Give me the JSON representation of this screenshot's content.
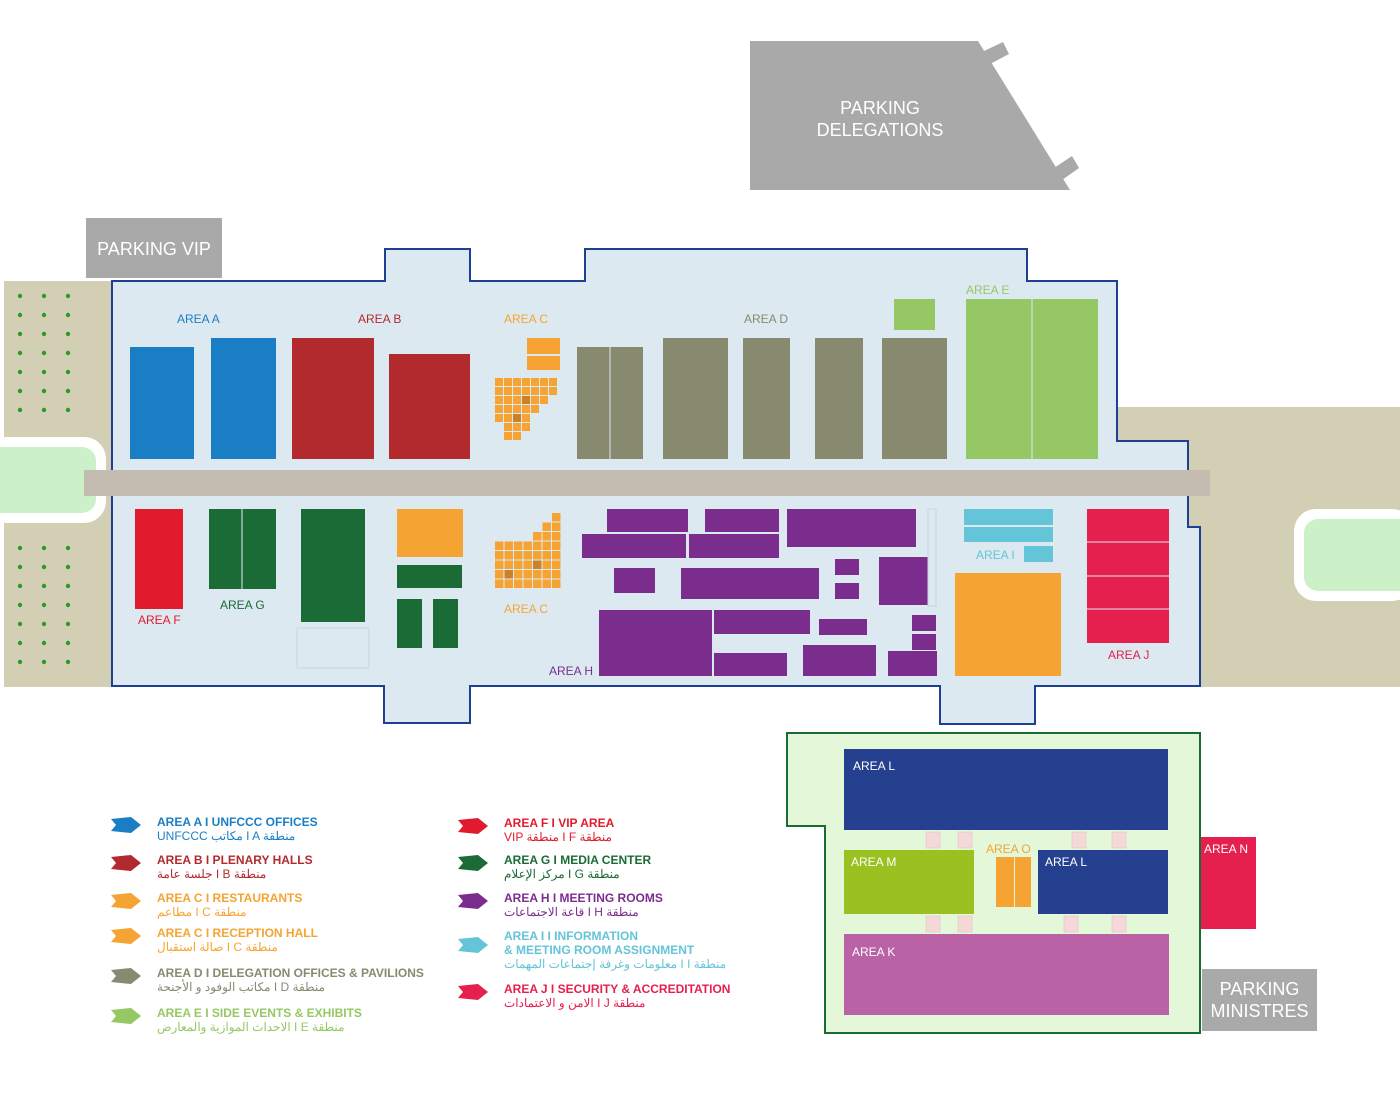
{
  "colors": {
    "area_a": "#1a7ec4",
    "area_b": "#b22a2e",
    "area_c": "#f5a433",
    "area_d": "#878a6f",
    "area_e": "#95c864",
    "area_f": "#e11b2d",
    "area_g": "#1a6b35",
    "area_h": "#7b2d8e",
    "area_i": "#64c4d8",
    "area_j": "#e5204e",
    "area_k": "#b962a6",
    "area_l": "#24408e",
    "area_m": "#9bc121",
    "area_n": "#e5204e",
    "area_o": "#f5a433",
    "building": "#dde9f0",
    "outline": "#1d3f94",
    "parking": "#a9a9a9",
    "ground": "#d3cfb4",
    "annex": "#e5f7d9"
  },
  "parking": {
    "delegations_line1": "PARKING",
    "delegations_line2": "DELEGATIONS",
    "vip": "PARKING VIP",
    "ministres_line1": "PARKING",
    "ministres_line2": "MINISTRES"
  },
  "map_labels": {
    "area_a": "AREA A",
    "area_b": "AREA B",
    "area_c_top": "AREA C",
    "area_c_bottom": "AREA C",
    "area_d": "AREA D",
    "area_e": "AREA E",
    "area_f": "AREA F",
    "area_g": "AREA G",
    "area_h": "AREA H",
    "area_i": "AREA I",
    "area_j": "AREA J",
    "area_k": "AREA K",
    "area_l_top": "AREA L",
    "area_l_right": "AREA L",
    "area_m": "AREA M",
    "area_n": "AREA N",
    "area_o": "AREA O"
  },
  "legend": [
    {
      "key": "area_a",
      "en": "AREA A I UNFCCC OFFICES",
      "ar": "UNFCCC مكاتب I A منطقة",
      "color": "#1a7ec4",
      "icon": "arrow-pin-icon"
    },
    {
      "key": "area_b",
      "en": "AREA B I PLENARY HALLS",
      "ar": "جلسة عامة I B منطقة",
      "color": "#b22a2e",
      "icon": "arrow-pin-icon"
    },
    {
      "key": "area_c1",
      "en": "AREA C I RESTAURANTS",
      "ar": "مطاعم I C منطقة",
      "color": "#f5a433",
      "icon": "arrow-pin-icon"
    },
    {
      "key": "area_c2",
      "en": "AREA C I RECEPTION HALL",
      "ar": "صالة استقبال I C منطقة",
      "color": "#f5a433",
      "icon": "arrow-pin-icon"
    },
    {
      "key": "area_d",
      "en": "AREA D I DELEGATION OFFICES & PAVILIONS",
      "ar": "مكاتب الوفود و الأجنحة I D منطقة",
      "color": "#878a6f",
      "icon": "arrow-pin-icon"
    },
    {
      "key": "area_e",
      "en": "AREA E I SIDE EVENTS & EXHIBITS",
      "ar": "الاحداث الموازية والمعارض I E منطقة",
      "color": "#95c864",
      "icon": "arrow-pin-icon"
    },
    {
      "key": "area_f",
      "en": "AREA F I VIP AREA",
      "ar": "VIP منطقة I F منطقة",
      "color": "#e11b2d",
      "icon": "arrow-pin-icon"
    },
    {
      "key": "area_g",
      "en": "AREA G I MEDIA CENTER",
      "ar": "مركز الإعلام I G منطقة",
      "color": "#1a6b35",
      "icon": "arrow-pin-icon"
    },
    {
      "key": "area_h",
      "en": "AREA H I MEETING ROOMS",
      "ar": "قاعة الاجتماعات I H منطقة",
      "color": "#7b2d8e",
      "icon": "arrow-pin-icon"
    },
    {
      "key": "area_i",
      "en": "AREA I I INFORMATION",
      "en2": "& MEETING ROOM ASSIGNMENT",
      "ar": "معلومات وغرفة إجتماعات المهمات I I منطقة",
      "color": "#64c4d8",
      "icon": "arrow-pin-icon"
    },
    {
      "key": "area_j",
      "en": "AREA J I SECURITY & ACCREDITATION",
      "ar": "الامن و الاعتمادات I J منطقة",
      "color": "#e5204e",
      "icon": "arrow-pin-icon"
    }
  ]
}
